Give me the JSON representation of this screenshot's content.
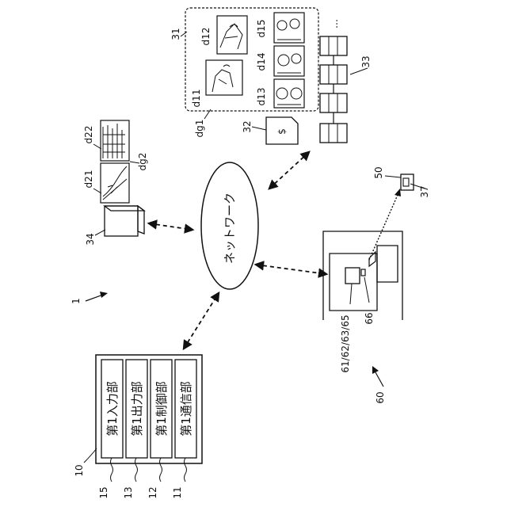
{
  "system_label": "1",
  "network_label": "ネットワーク",
  "device10": {
    "ref": "10",
    "blocks": [
      {
        "text": "第1入力部",
        "ref": "15"
      },
      {
        "text": "第1出力部",
        "ref": "13"
      },
      {
        "text": "第1制御部",
        "ref": "12"
      },
      {
        "text": "第1通信部",
        "ref": "11"
      }
    ]
  },
  "device60": {
    "ref": "60",
    "sub_refs": "61/62/63/65",
    "ref66": "66"
  },
  "device50": {
    "ref": "50",
    "ref37": "37"
  },
  "server34": {
    "ref": "34"
  },
  "group_dg2": {
    "ref": "dg2",
    "image_refs": [
      "d21",
      "d22"
    ]
  },
  "storage31": {
    "ref": "31",
    "group_ref": "dg1",
    "image_refs": [
      "d11",
      "d12",
      "d13",
      "d14",
      "d15"
    ]
  },
  "coin32": {
    "ref": "32",
    "symbol": "$"
  },
  "chain33": {
    "ref": "33",
    "ellipsis": "…"
  }
}
